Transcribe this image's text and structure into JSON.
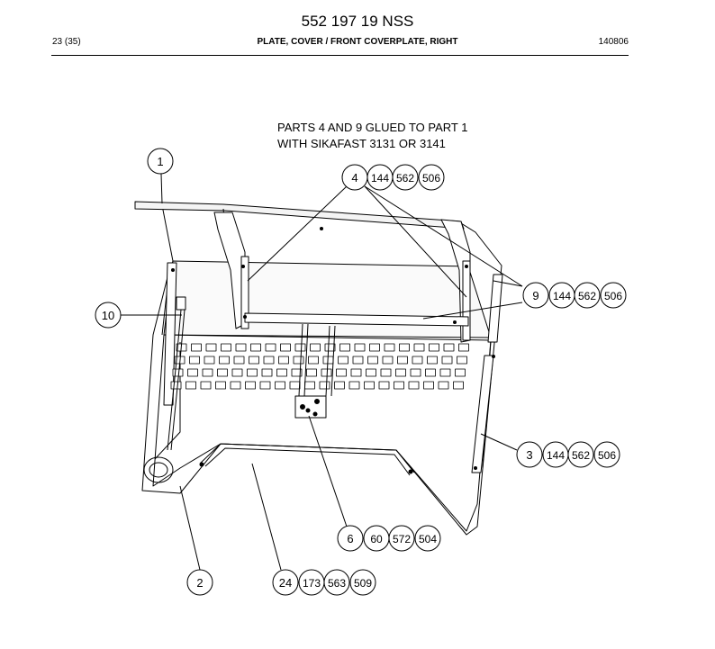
{
  "header": {
    "doc_number": "552 197 19 NSS",
    "page": "23 (35)",
    "title": "PLATE, COVER / FRONT COVERPLATE, RIGHT",
    "date": "140806"
  },
  "note": {
    "line1": "PARTS 4 AND 9 GLUED TO PART 1",
    "line2": "WITH SIKAFAST 3131 OR 3141"
  },
  "callouts": [
    {
      "id": "c1",
      "items": [
        "1"
      ]
    },
    {
      "id": "c4",
      "items": [
        "4",
        "144",
        "562",
        "506"
      ]
    },
    {
      "id": "c9",
      "items": [
        "9",
        "144",
        "562",
        "506"
      ]
    },
    {
      "id": "c10",
      "items": [
        "10"
      ]
    },
    {
      "id": "c3",
      "items": [
        "3",
        "144",
        "562",
        "506"
      ]
    },
    {
      "id": "c6",
      "items": [
        "6",
        "60",
        "572",
        "504"
      ]
    },
    {
      "id": "c2",
      "items": [
        "2"
      ]
    },
    {
      "id": "c24",
      "items": [
        "24",
        "173",
        "563",
        "509"
      ]
    }
  ]
}
